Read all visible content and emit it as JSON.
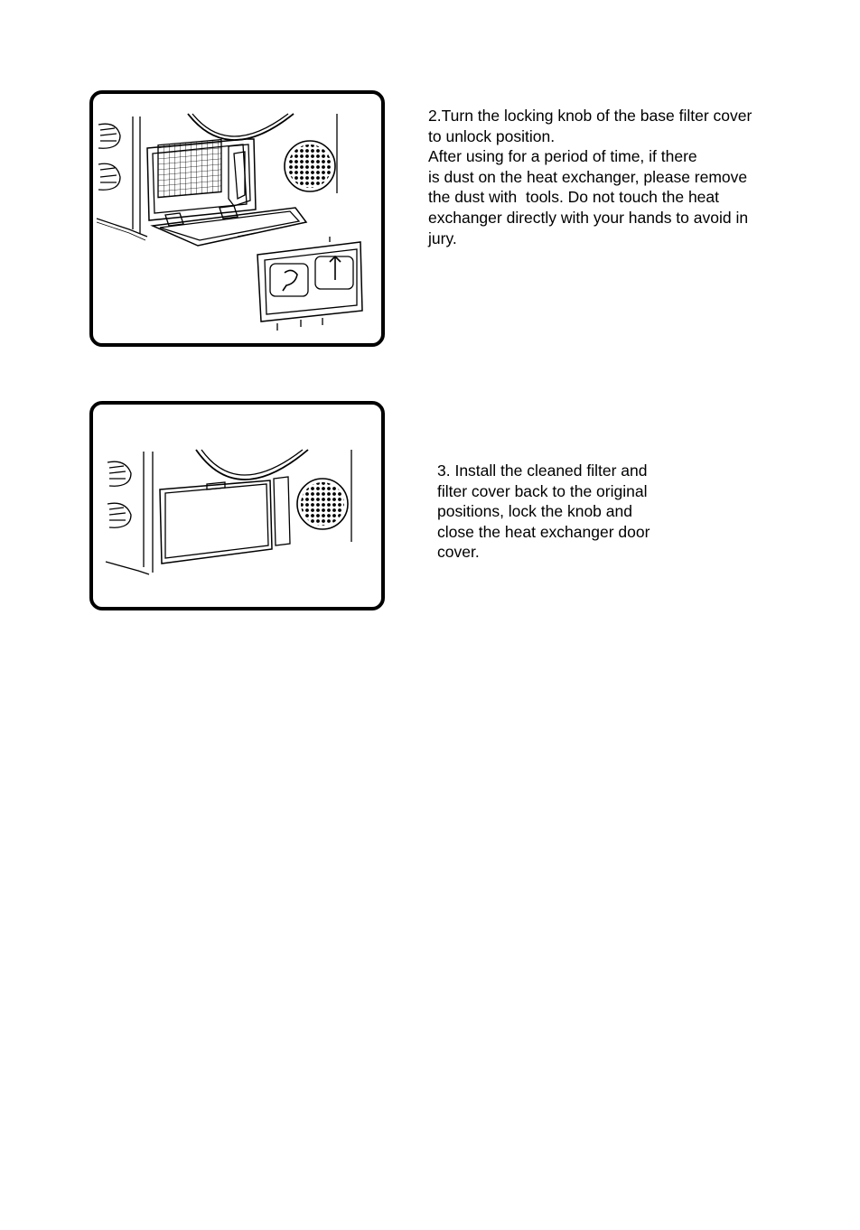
{
  "steps": [
    {
      "lines": [
        "2.Turn the locking knob of the base filter cover",
        "to unlock position.",
        "After using for a period of time, if there",
        "is dust on the heat exchanger, please remove",
        "the dust with  tools. Do not touch the heat",
        "exchanger directly with your hands to avoid in",
        "jury."
      ]
    },
    {
      "lines": [
        "3. Install the cleaned filter and",
        "filter cover back to the original",
        "positions, lock the knob and",
        "close the heat exchanger door",
        "cover."
      ]
    }
  ],
  "colors": {
    "line_art": "#000000",
    "background": "#ffffff"
  }
}
